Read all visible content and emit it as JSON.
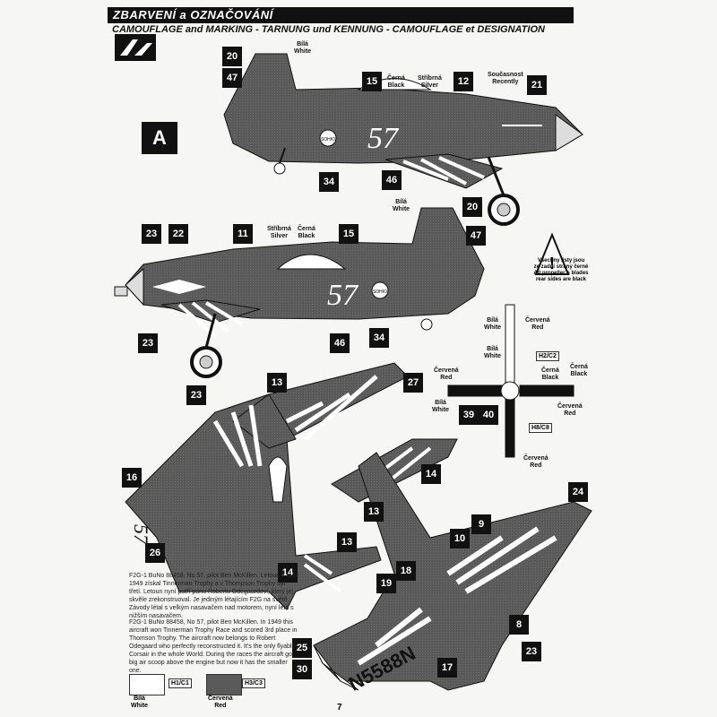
{
  "header": {
    "title_cz": "ZBARVENÍ a OZNAČOVÁNÍ",
    "title_multi": "CAMOUFLAGE and MARKING - TARNUNG und KENNUNG - CAMOUFLAGE et DESIGNATION"
  },
  "profile_label": "A",
  "race_number": "57",
  "registration": "N5588N",
  "sohio": "SOHIO",
  "callout_numbers": {
    "a_20": "20",
    "a_47": "47",
    "a_15": "15",
    "a_12": "12",
    "a_21": "21",
    "a_34": "34",
    "a_46": "46",
    "b_20": "20",
    "b_47": "47",
    "b_23": "23",
    "b_22": "22",
    "b_11": "11",
    "b_15": "15",
    "b_23b": "23",
    "b_46": "46",
    "b_34": "34",
    "c_23": "23",
    "c_13": "13",
    "c_27": "27",
    "c_16": "16",
    "c_26": "26",
    "c_14": "14",
    "c_13b": "13",
    "c_14b": "14",
    "c_13c": "13",
    "d_24": "24",
    "d_9": "9",
    "d_10": "10",
    "d_18": "18",
    "d_19": "19",
    "d_8": "8",
    "d_25": "25",
    "d_30": "30",
    "d_17": "17",
    "d_23": "23",
    "p_39": "39",
    "p_40": "40"
  },
  "labels": {
    "bila_white_1": [
      "Bílá",
      "White"
    ],
    "cerna_black_1": [
      "Černá",
      "Black"
    ],
    "stribrna_silver_1": [
      "Stříbrná",
      "Silver"
    ],
    "soucasnost_1": [
      "Současnost",
      "Recently"
    ],
    "bila_white_2": [
      "Bílá",
      "White"
    ],
    "stribrna_silver_2": [
      "Stříbrná",
      "Silver"
    ],
    "cerna_black_2": [
      "Černá",
      "Black"
    ],
    "bila_white_3": [
      "Bílá",
      "White"
    ],
    "cervena_red_1": [
      "Červená",
      "Red"
    ],
    "bila_white_4": [
      "Bílá",
      "White"
    ],
    "cervena_red_2": [
      "Červená",
      "Red"
    ],
    "cerna_black_3": [
      "Černá",
      "Black"
    ],
    "cerna_black_4": [
      "Černá",
      "Black"
    ],
    "bila_white_5": [
      "Bílá",
      "White"
    ],
    "cervena_red_3": [
      "Červená",
      "Red"
    ],
    "cervena_red_4": [
      "Červená",
      "Red"
    ]
  },
  "prop_codes": {
    "h2c2": "H2/C2",
    "h8c8": "H8/C8"
  },
  "prop_warning": [
    "Všechny listy jsou",
    "ze zadní strany černé",
    "All propeller`s blades",
    "rear sides are black"
  ],
  "description_cz": "F2G-1 BuNo 88458, No 57, pilot Ben McKillen. Letoun v roce 1949 získal Tinnerman Trophy a v Thompson Trophy byl třetí. Letoun nyní patří panu Robertu Odegaardovi, který jej skvěle zrekonstruoval. Je jediným létajícím F2G na světě. Závody létal s velkým nasavačem nad motorem, nyní létá s nižším nasavačem.",
  "description_en": "F2G-1 BuNo 88458, No 57, pilot Ben McKillen. In 1949 this aircraft won Tinnerman Trophy Race and scored 3rd place in Thomson Trophy. The aircraft now belongs to Robert Odegaard who perfectly reconstructed it. It's the only flyable Corsair in the whole World. During the races the aircraft got big air scoop above the engine but now it has the smaller one.",
  "legend": {
    "white": [
      "Bílá",
      "White"
    ],
    "white_code": "H1/C1",
    "red": [
      "Červená",
      "Red"
    ],
    "red_code": "H3/C3"
  },
  "page_number": "7",
  "colors": {
    "red": "#5a5a5a",
    "white": "#ffffff",
    "black": "#111111"
  }
}
